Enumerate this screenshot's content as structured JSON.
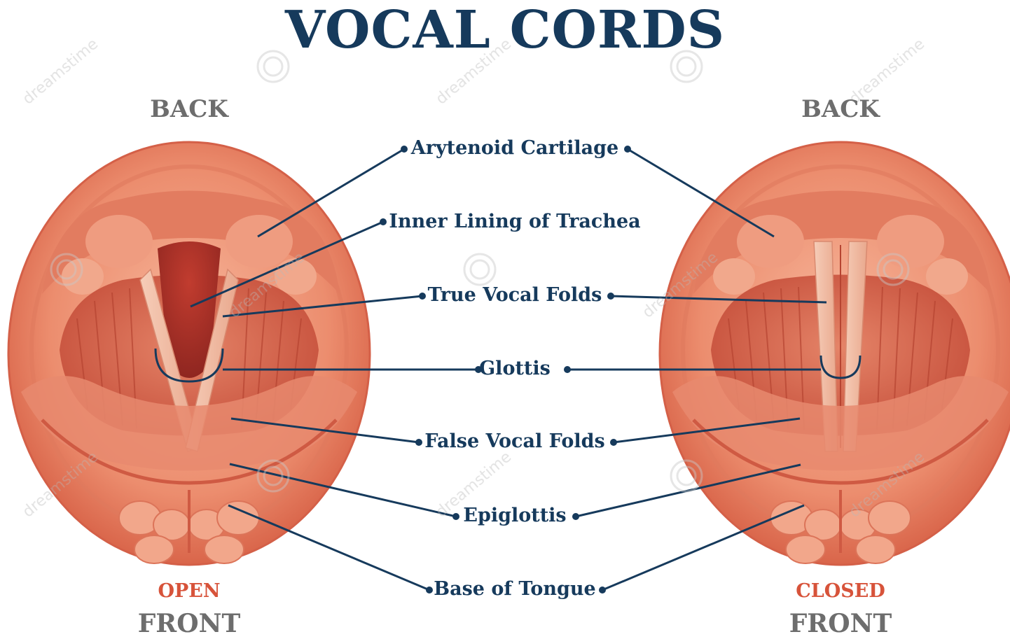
{
  "title": "VOCAL CORDS",
  "left_panel": {
    "top_label": "BACK",
    "state_label": "OPEN",
    "bottom_label": "FRONT"
  },
  "right_panel": {
    "top_label": "BACK",
    "state_label": "CLOSED",
    "bottom_label": "FRONT"
  },
  "parts": [
    "Arytenoid Cartilage",
    "Inner Lining of Trachea",
    "True Vocal Folds",
    "Glottis",
    "False Vocal Folds",
    "Epiglottis",
    "Base of Tongue"
  ],
  "watermark": "dreamstime",
  "colors": {
    "title": "#163a5c",
    "leader_line": "#163a5c",
    "side_label": "#6d6d6d",
    "state_label": "#d7533a",
    "tissue_outer": "#e9886a",
    "tissue_inner": "#cf5a43",
    "muscle": "#d86a52",
    "fold": "#f3c0a8"
  }
}
